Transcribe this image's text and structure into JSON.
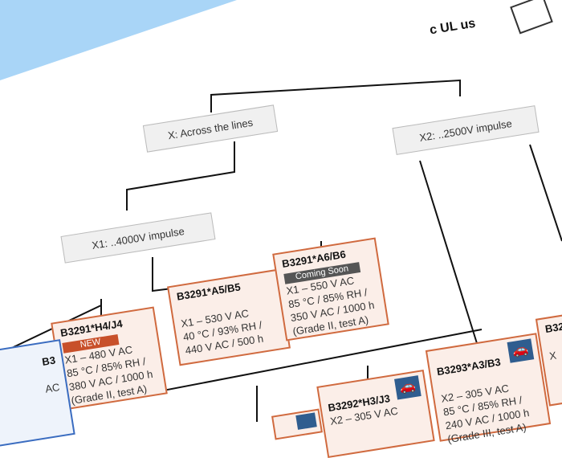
{
  "colors": {
    "corner": "#a9d5f7",
    "accent": "#d06a3f",
    "new_badge": "#c8502a",
    "soon_badge": "#555555",
    "car_icon_bg": "#2f5d8f"
  },
  "certification": {
    "ul_mark": "c UL us"
  },
  "categories": {
    "x": "X: Across the lines",
    "x2": "X2: ..2500V impulse",
    "x1": "X1: ..4000V impulse"
  },
  "products": [
    {
      "name": "B3291*H4/J4",
      "badge": "NEW",
      "lines": [
        "X1 – 480 V AC",
        "85 °C / 85% RH /",
        "380 V AC / 1000 h",
        "(Grade II, test A)"
      ]
    },
    {
      "name": "B3291*A5/B5",
      "lines": [
        "X1 – 530 V AC",
        "40 °C / 93% RH /",
        "440 V AC / 500 h"
      ]
    },
    {
      "name": "B3291*A6/B6",
      "badge": "Coming Soon",
      "lines": [
        "X1 – 550 V AC",
        "85 °C / 85% RH /",
        "350 V AC / 1000 h",
        "(Grade II, test A)"
      ]
    },
    {
      "name": "B3293*A3/B3",
      "lines": [
        "X2 – 305 V AC",
        "85 °C / 85% RH /",
        "240 V AC / 1000 h",
        "(Grade III, test A)"
      ]
    },
    {
      "name": "B3292*H3/J3",
      "lines": [
        "X2 – 305 V AC"
      ]
    },
    {
      "name": "B3",
      "lines": [
        "AC"
      ]
    },
    {
      "name": "B32",
      "lines": [
        "X"
      ]
    }
  ]
}
